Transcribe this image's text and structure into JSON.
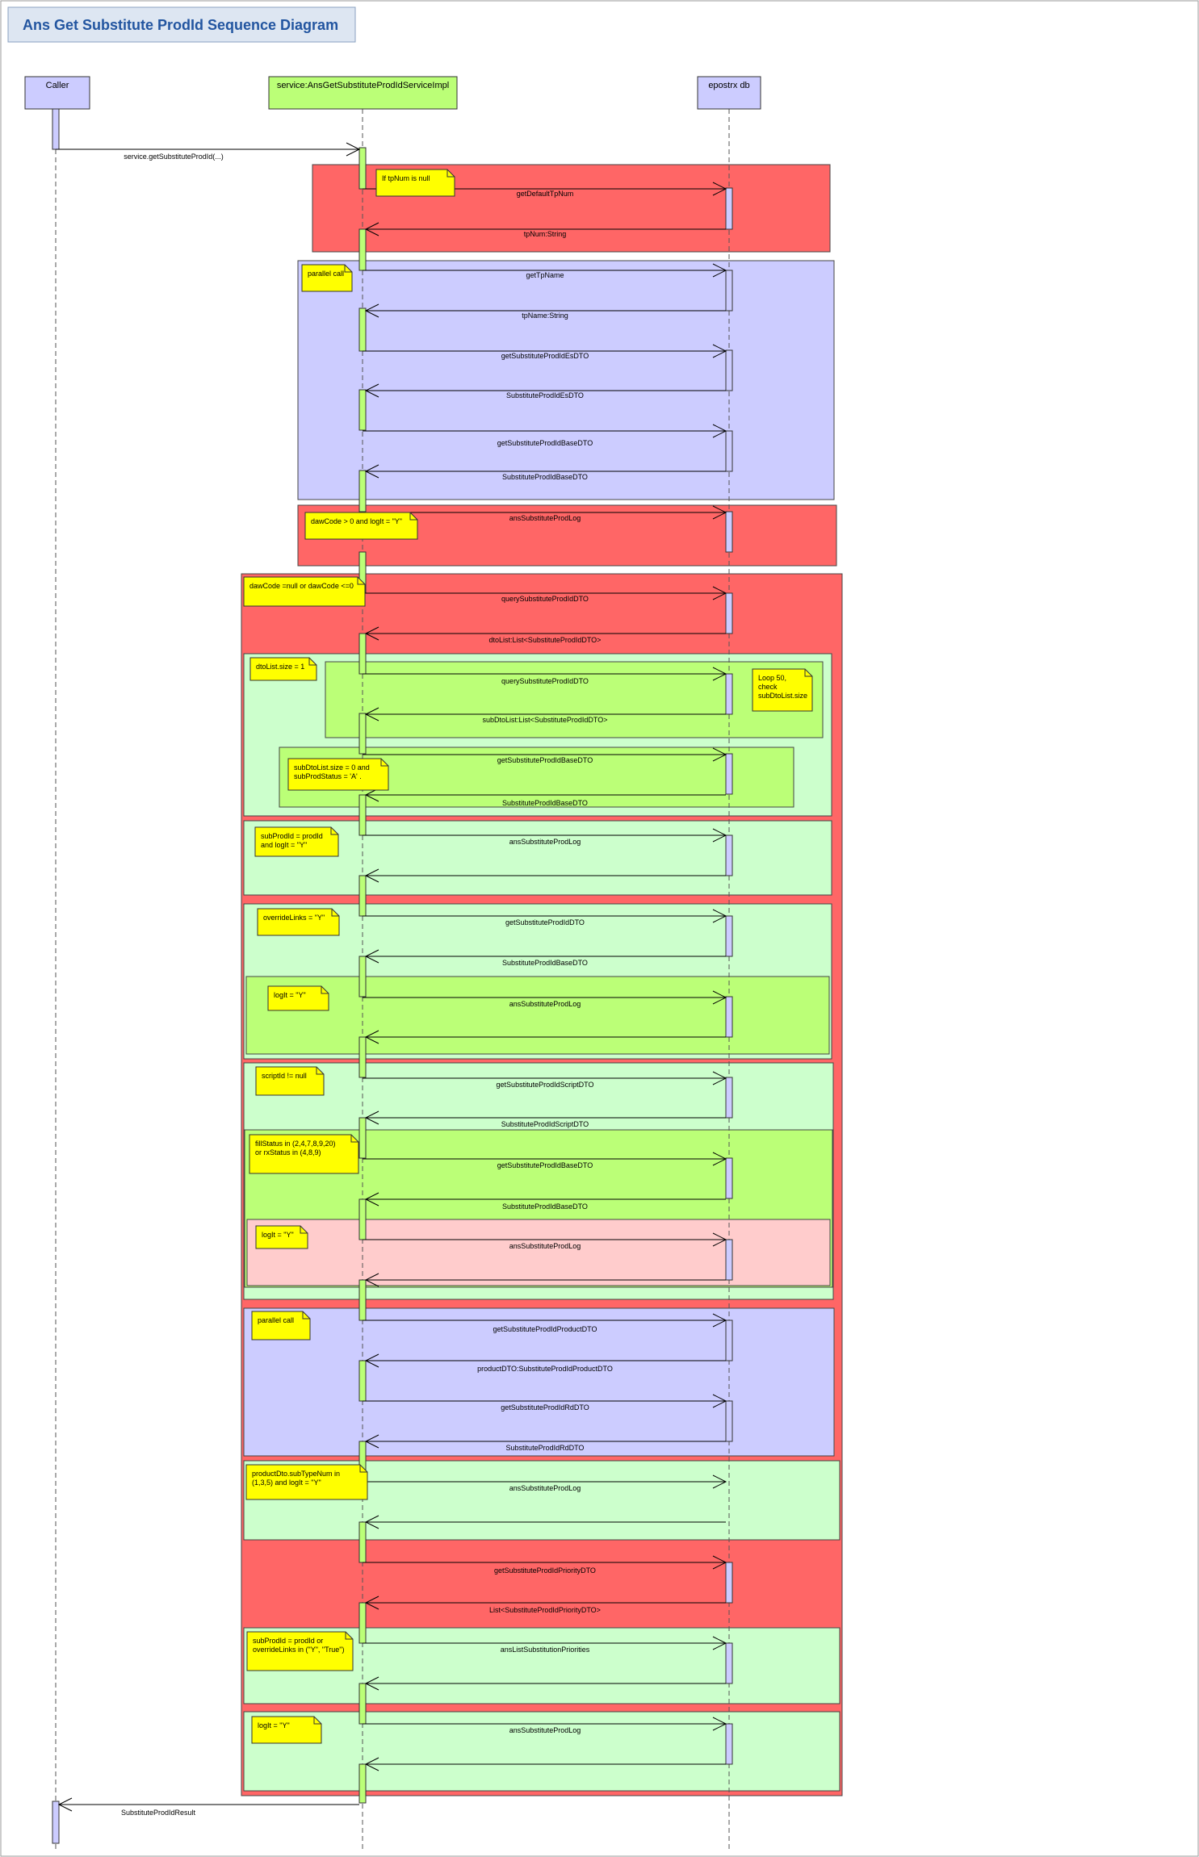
{
  "title": "Ans Get Substitute ProdId Sequence Diagram",
  "colors": {
    "frame_red": "#ff6666",
    "frame_blue": "#ccccff",
    "frame_light_green": "#ccffcc",
    "frame_green": "#bbff77",
    "frame_pink": "#ffcccc",
    "note_yellow": "#ffff00",
    "lifeline_caller": "#ccccff",
    "lifeline_service": "#bbff77",
    "lifeline_db": "#ccccff",
    "title_bg": "#dde6f2",
    "title_text": "#2255a0"
  },
  "participants": [
    {
      "id": "caller",
      "label": "Caller"
    },
    {
      "id": "service",
      "label": "service:AnsGetSubstituteProdIdServiceImpl"
    },
    {
      "id": "db",
      "label": "epostrx db"
    }
  ],
  "notes": [
    {
      "lines": [
        "If tpNum is null"
      ]
    },
    {
      "lines": [
        "parallel call"
      ]
    },
    {
      "lines": [
        "dawCode > 0 and logIt = \"Y\""
      ]
    },
    {
      "lines": [
        "dawCode =null or dawCode <=0"
      ]
    },
    {
      "lines": [
        "dtoList.size = 1"
      ]
    },
    {
      "lines": [
        "Loop 50,",
        "check",
        "subDtoList.size"
      ]
    },
    {
      "lines": [
        "subDtoList.size = 0 and",
        "subProdStatus = 'A' ."
      ]
    },
    {
      "lines": [
        "subProdId = prodId",
        "and logIt = \"Y\""
      ]
    },
    {
      "lines": [
        "overrideLinks = \"Y\""
      ]
    },
    {
      "lines": [
        "logIt = \"Y\""
      ]
    },
    {
      "lines": [
        "scriptId != null"
      ]
    },
    {
      "lines": [
        "fillStatus in (2,4,7,8,9,20)",
        "or rxStatus in (4,8,9)"
      ]
    },
    {
      "lines": [
        "logIt = \"Y\""
      ]
    },
    {
      "lines": [
        "parallel call"
      ]
    },
    {
      "lines": [
        "productDto.subTypeNum in",
        "(1,3,5) and logIt = \"Y\""
      ]
    },
    {
      "lines": [
        "subProdId = prodId or",
        "overrideLinks in (\"Y\", \"True\")"
      ]
    },
    {
      "lines": [
        "logIt = \"Y\""
      ]
    }
  ],
  "messages": [
    {
      "label": "service.getSubstituteProdId(...)"
    },
    {
      "label": "getDefaultTpNum"
    },
    {
      "label": "tpNum:String"
    },
    {
      "label": "getTpName"
    },
    {
      "label": "tpName:String"
    },
    {
      "label": "getSubstituteProdIdEsDTO"
    },
    {
      "label": "SubstituteProdIdEsDTO"
    },
    {
      "label": "getSubstituteProdIdBaseDTO"
    },
    {
      "label": "SubstituteProdIdBaseDTO"
    },
    {
      "label": "ansSubstituteProdLog"
    },
    {
      "label": "querySubstituteProdIdDTO"
    },
    {
      "label": "dtoList:List<SubstituteProdIdDTO>"
    },
    {
      "label": "querySubstituteProdIdDTO"
    },
    {
      "label": "subDtoList:List<SubstituteProdIdDTO>"
    },
    {
      "label": "getSubstituteProdIdBaseDTO"
    },
    {
      "label": "SubstituteProdIdBaseDTO"
    },
    {
      "label": "ansSubstituteProdLog"
    },
    {
      "label": ""
    },
    {
      "label": "getSubstituteProdIdDTO"
    },
    {
      "label": "SubstituteProdIdBaseDTO"
    },
    {
      "label": "ansSubstituteProdLog"
    },
    {
      "label": ""
    },
    {
      "label": "getSubstituteProdIdScriptDTO"
    },
    {
      "label": "SubstituteProdIdScriptDTO"
    },
    {
      "label": "getSubstituteProdIdBaseDTO"
    },
    {
      "label": "SubstituteProdIdBaseDTO"
    },
    {
      "label": "ansSubstituteProdLog"
    },
    {
      "label": ""
    },
    {
      "label": "getSubstituteProdIdProductDTO"
    },
    {
      "label": "productDTO:SubstituteProdIdProductDTO"
    },
    {
      "label": "getSubstituteProdIdRdDTO"
    },
    {
      "label": "SubstituteProdIdRdDTO"
    },
    {
      "label": "ansSubstituteProdLog"
    },
    {
      "label": ""
    },
    {
      "label": "getSubstituteProdIdPriorityDTO"
    },
    {
      "label": "List<SubstituteProdIdPriorityDTO>"
    },
    {
      "label": "ansListSubstitutionPriorities"
    },
    {
      "label": ""
    },
    {
      "label": "ansSubstituteProdLog"
    },
    {
      "label": ""
    },
    {
      "label": "SubstituteProdIdResult"
    }
  ]
}
